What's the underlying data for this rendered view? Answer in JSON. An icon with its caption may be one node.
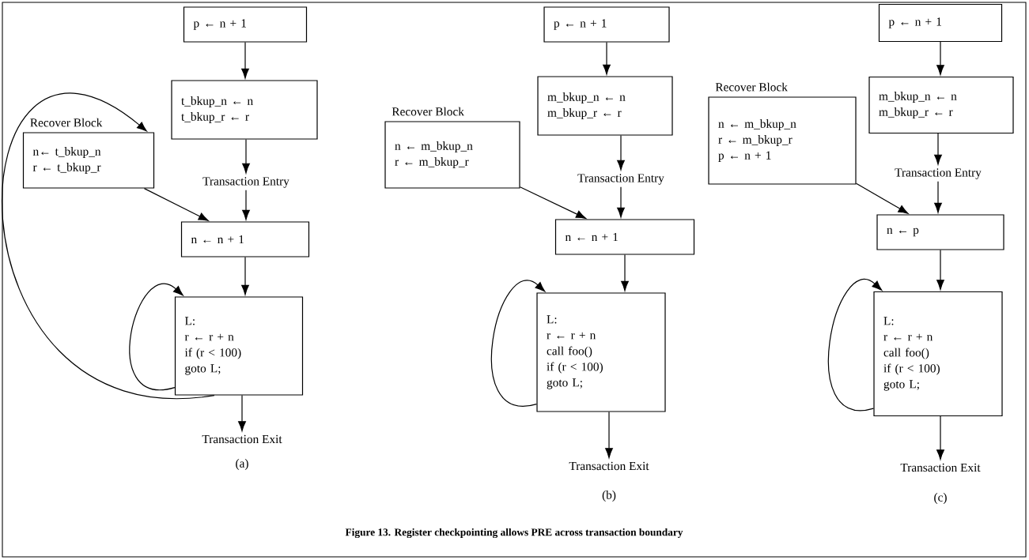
{
  "diagram": {
    "caption": "Figure 13. Register checkpointing allows PRE across transaction boundary",
    "nodes": [
      {
        "text": [
          "p ← n + 1"
        ]
      },
      {
        "text": [
          "t_bkup_n ← n",
          "t_bkup_r ← r"
        ]
      },
      {
        "text": [
          "Recover Block",
          "n← t_bkup_n",
          "r ← t_bkup_r"
        ]
      },
      {
        "text": [
          "Transaction Entry"
        ]
      },
      {
        "text": [
          "n ← n + 1"
        ]
      },
      {
        "text": [
          "L:",
          "r ← r + n",
          "if (r < 100)",
          "   goto L;"
        ]
      },
      {
        "text": [
          "Transaction Exit"
        ]
      },
      {
        "text": [
          "p ← n + 1"
        ]
      },
      {
        "text": [
          "m_bkup_n ← n",
          "m_bkup_r ← r"
        ]
      },
      {
        "text": [
          "Recover Block",
          "n ← m_bkup_n",
          "r ← m_bkup_r"
        ]
      },
      {
        "text": [
          "Transaction Entry"
        ]
      },
      {
        "text": [
          "n ← n + 1"
        ]
      },
      {
        "text": [
          "L:",
          "r ← r + n",
          "call foo()",
          "if (r < 100)",
          "   goto L;"
        ]
      },
      {
        "text": [
          "Transaction Exit"
        ]
      },
      {
        "text": [
          "p ← n + 1"
        ]
      },
      {
        "text": [
          "m_bkup_n ← n",
          "m_bkup_r ← r"
        ]
      },
      {
        "text": [
          "Recover Block",
          "n ← m_bkup_n",
          "r ← m_bkup_r",
          "p ← n + 1"
        ]
      },
      {
        "text": [
          "Transaction Entry"
        ]
      },
      {
        "text": [
          "n ← p"
        ]
      },
      {
        "text": [
          "L:",
          "r ← r + n",
          "call foo()",
          "if (r < 100)",
          "   goto L;"
        ]
      },
      {
        "text": [
          "Transaction Exit"
        ]
      }
    ],
    "edges": [
      {
        "from": 0,
        "to": 1,
        "arrow": "to"
      },
      {
        "from": 1,
        "to": 3,
        "arrow": "to"
      },
      {
        "from": 3,
        "to": 4,
        "arrow": "to"
      },
      {
        "from": 2,
        "to": 4,
        "arrow": "to"
      },
      {
        "from": 4,
        "to": 5,
        "arrow": "to"
      },
      {
        "from": 5,
        "to": 5,
        "arrow": "to"
      },
      {
        "from": 5,
        "to": 2,
        "arrow": "to"
      },
      {
        "from": 5,
        "to": 6,
        "arrow": "to"
      },
      {
        "from": 7,
        "to": 8,
        "arrow": "to"
      },
      {
        "from": 8,
        "to": 10,
        "arrow": "to"
      },
      {
        "from": 10,
        "to": 11,
        "arrow": "to"
      },
      {
        "from": 9,
        "to": 11,
        "arrow": "to"
      },
      {
        "from": 11,
        "to": 12,
        "arrow": "to"
      },
      {
        "from": 12,
        "to": 12,
        "arrow": "to"
      },
      {
        "from": 12,
        "to": 13,
        "arrow": "to"
      },
      {
        "from": 14,
        "to": 15,
        "arrow": "to"
      },
      {
        "from": 15,
        "to": 17,
        "arrow": "to"
      },
      {
        "from": 17,
        "to": 18,
        "arrow": "to"
      },
      {
        "from": 16,
        "to": 18,
        "arrow": "to"
      },
      {
        "from": 18,
        "to": 19,
        "arrow": "to"
      },
      {
        "from": 19,
        "to": 19,
        "arrow": "to"
      },
      {
        "from": 19,
        "to": 20,
        "arrow": "to"
      }
    ],
    "labels": [
      "(a)",
      "(b)",
      "(c)"
    ]
  }
}
